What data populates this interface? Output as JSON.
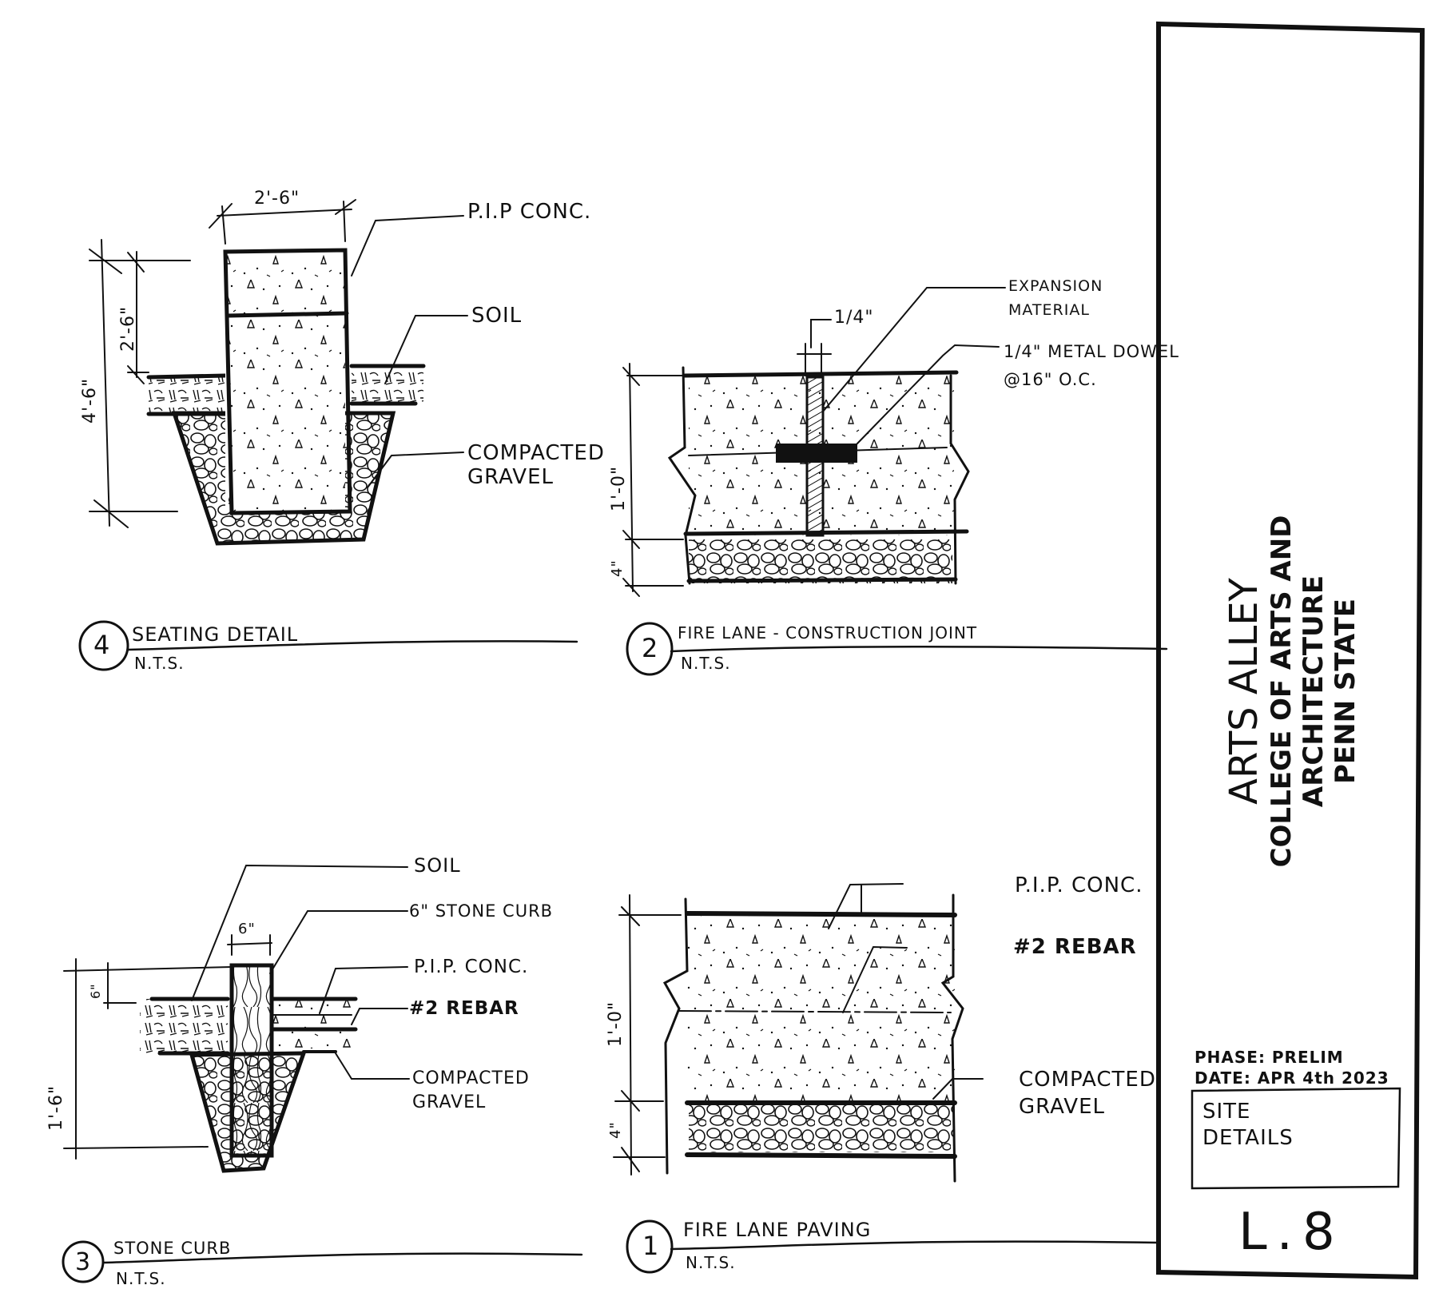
{
  "sheet": {
    "project": {
      "name": "ARTS ALLEY",
      "client": "COLLEGE OF ARTS AND ARCHITECTURE",
      "institution": "PENN STATE"
    },
    "phase": "PHASE: PRELIM",
    "date": "DATE: APR 4th 2023",
    "sheet_title_line1": "SITE",
    "sheet_title_line2": "DETAILS",
    "sheet_number": "L.8"
  },
  "details": [
    {
      "number": "4",
      "title": "SEATING DETAIL",
      "scale": "N.T.S.",
      "callouts": [
        "P.I.P CONC.",
        "SOIL",
        "COMPACTED",
        "GRAVEL"
      ],
      "dimensions": {
        "width": "2'-6\"",
        "above_grade": "2'-6\"",
        "total_height": "4'-6\""
      }
    },
    {
      "number": "2",
      "title": "FIRE LANE - CONSTRUCTION JOINT",
      "scale": "N.T.S.",
      "callouts": [
        "EXPANSION",
        "MATERIAL",
        "1/4\" METAL DOWEL",
        "@16\" O.C."
      ],
      "dimensions": {
        "joint_width": "1/4\"",
        "slab": "1'-0\"",
        "base": "4\""
      }
    },
    {
      "number": "3",
      "title": "STONE CURB",
      "scale": "N.T.S.",
      "callouts": [
        "SOIL",
        "6\" STONE CURB",
        "P.I.P. CONC.",
        "#2 REBAR",
        "COMPACTED",
        "GRAVEL"
      ],
      "dimensions": {
        "curb_width": "6\"",
        "reveal": "6\"",
        "total_height": "1'-6\""
      }
    },
    {
      "number": "1",
      "title": "FIRE LANE PAVING",
      "scale": "N.T.S.",
      "callouts": [
        "P.I.P. CONC.",
        "#2 REBAR",
        "COMPACTED",
        "GRAVEL"
      ],
      "dimensions": {
        "slab": "1'-0\"",
        "base": "4\""
      }
    }
  ]
}
